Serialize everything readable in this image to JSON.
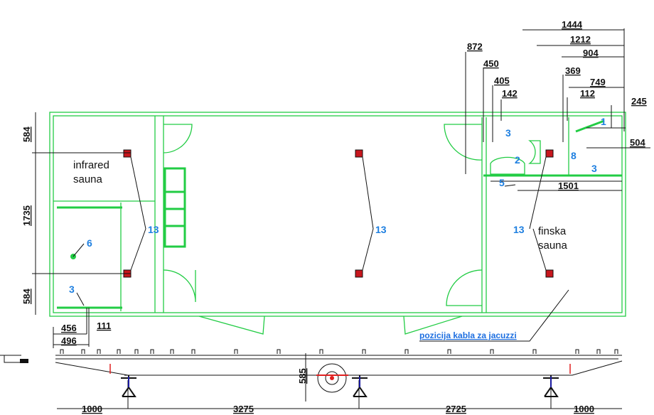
{
  "rooms": {
    "infrared_line1": "infrared",
    "infrared_line2": "sauna",
    "finska_line1": "finska",
    "finska_line2": "sauna"
  },
  "note": "pozicija kabla za jacuzzi",
  "dimensions_top": [
    "1444",
    "1212",
    "904",
    "872",
    "450",
    "405",
    "369",
    "749",
    "142",
    "112",
    "245",
    "504",
    "1501"
  ],
  "dimensions_left": [
    "584",
    "1735",
    "584",
    "456",
    "496",
    "111"
  ],
  "dimensions_elevation": [
    "585",
    "1000",
    "3275",
    "2725",
    "1000"
  ],
  "callouts": [
    "1",
    "2",
    "3",
    "3",
    "5",
    "8",
    "6",
    "3",
    "13",
    "13",
    "13"
  ],
  "colors": {
    "walls": "#22cc44",
    "heater": "#c8161d",
    "callout": "#1e7fe0"
  }
}
